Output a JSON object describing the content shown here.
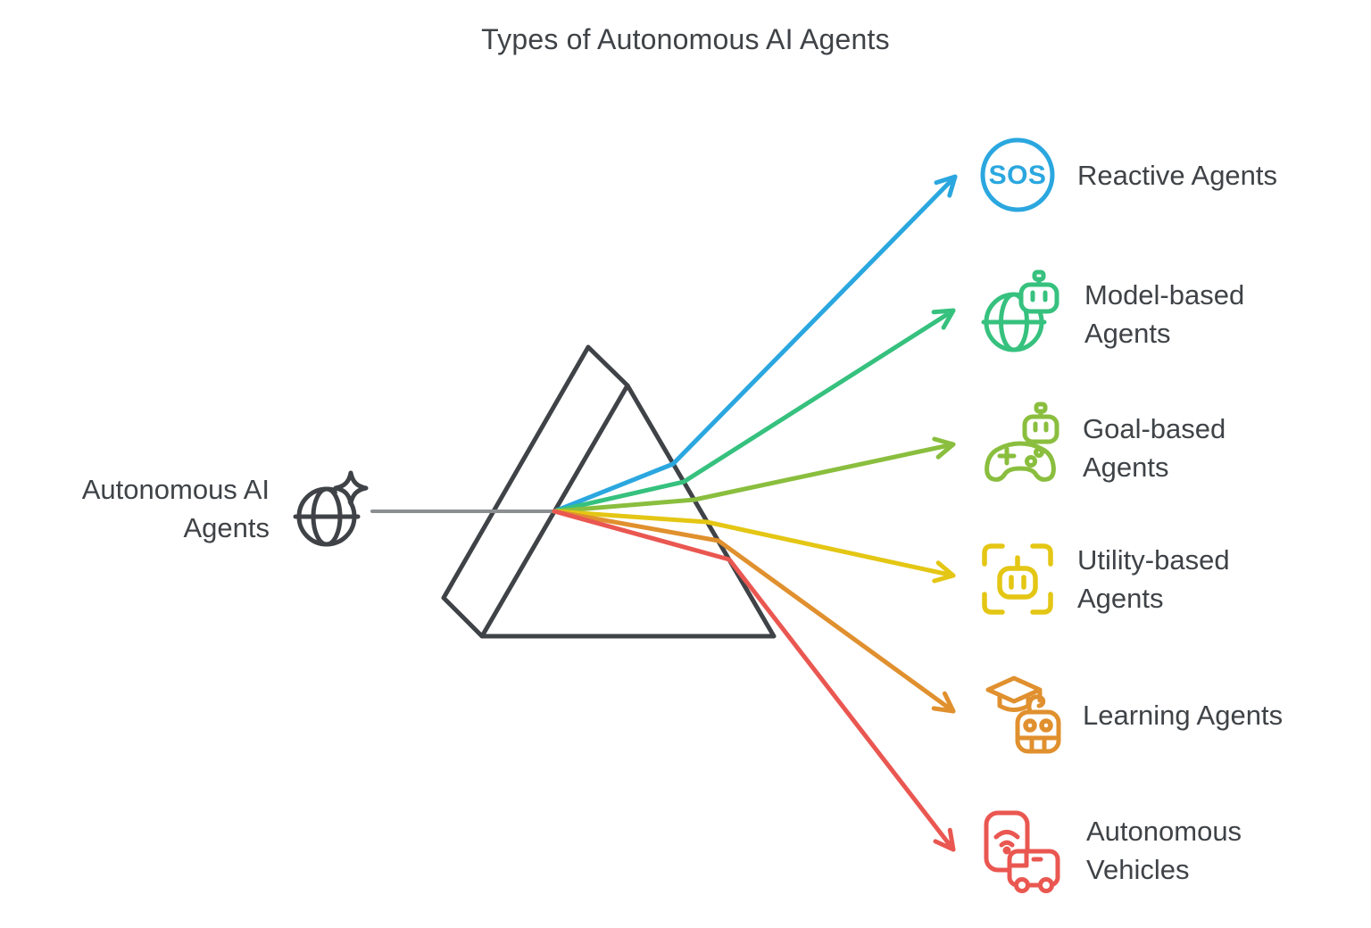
{
  "title": "Types of Autonomous AI Agents",
  "source": {
    "label": "Autonomous AI Agents",
    "lines": [
      "Autonomous AI",
      "Agents"
    ]
  },
  "colors": {
    "text": "#3F4347",
    "prism": "#3F4347",
    "beam": "#8C8F92"
  },
  "items": [
    {
      "label": "Reactive Agents",
      "lines": [
        "Reactive Agents"
      ],
      "icon": "sos-circle-icon",
      "icon_text": "SOS",
      "color": "#2BA7DF"
    },
    {
      "label": "Model-based Agents",
      "lines": [
        "Model-based",
        "Agents"
      ],
      "icon": "globe-robot-icon",
      "color": "#36C17E"
    },
    {
      "label": "Goal-based Agents",
      "lines": [
        "Goal-based",
        "Agents"
      ],
      "icon": "controller-robot-icon",
      "color": "#8ABE3E"
    },
    {
      "label": "Utility-based Agents",
      "lines": [
        "Utility-based",
        "Agents"
      ],
      "icon": "scan-robot-icon",
      "color": "#E4C614"
    },
    {
      "label": "Learning Agents",
      "lines": [
        "Learning Agents"
      ],
      "icon": "gradcap-robot-icon",
      "color": "#E0902E"
    },
    {
      "label": "Autonomous Vehicles",
      "lines": [
        "Autonomous",
        "Vehicles"
      ],
      "icon": "phone-bus-icon",
      "color": "#EA5751"
    }
  ]
}
